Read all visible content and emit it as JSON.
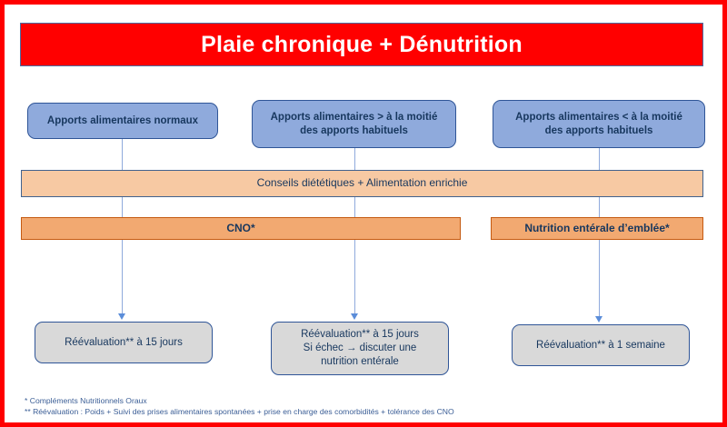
{
  "header": {
    "title": "Plaie chronique + Dénutrition",
    "banner_color": "#FF0000",
    "title_color": "#FFFFFF"
  },
  "colors": {
    "frame_red": "#FF0000",
    "blue_fill": "#8FAADC",
    "blue_border": "#2F5597",
    "navy_text": "#17375E",
    "orange_light_fill": "#F7C9A3",
    "orange_dark_fill": "#F2A971",
    "orange_border": "#C55A11",
    "gray_fill": "#D9D9D9",
    "connector_blue": "#8FAADC",
    "arrow_blue": "#5B8DD9",
    "footnote_blue": "#3B5E96"
  },
  "flow": {
    "intake_row": [
      {
        "id": "intake-normal",
        "label": "Apports alimentaires normaux"
      },
      {
        "id": "intake-above-half",
        "label": "Apports alimentaires > à la moitié\ndes apports habituels"
      },
      {
        "id": "intake-below-half",
        "label": "Apports alimentaires < à la moitié\ndes apports habituels"
      }
    ],
    "advice_bar": {
      "id": "dietary-advice",
      "label": "Conseils diététiques + Alimentation enrichie"
    },
    "treatment_row": [
      {
        "id": "cno",
        "label": "CNO*"
      },
      {
        "id": "enteral-nutrition",
        "label": "Nutrition entérale d’emblée*"
      }
    ],
    "outcome_row": [
      {
        "id": "outcome-left",
        "label": "Réévaluation** à 15 jours"
      },
      {
        "id": "outcome-middle",
        "label": "Réévaluation**  à 15 jours\nSi échec → discuter une\nnutrition entérale"
      },
      {
        "id": "outcome-right",
        "label": "Réévaluation** à 1 semaine"
      }
    ]
  },
  "footnotes": [
    "* Compléments Nutritionnels Oraux",
    "** Réévaluation : Poids + Suivi des prises alimentaires spontanées + prise en charge des comorbidités + tolérance des CNO"
  ]
}
